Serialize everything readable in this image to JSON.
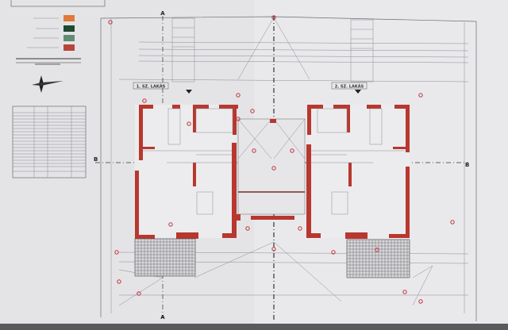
{
  "plan": {
    "unit_labels": [
      "1. SZ. LAKÁS",
      "2. SZ. LAKÁS"
    ],
    "section_markers": {
      "a": "A",
      "b": "B"
    }
  },
  "legend": {
    "swatch_colors": [
      "#e07a3a",
      "#1f4a30",
      "#5f8c74",
      "#b8453a"
    ]
  },
  "colors": {
    "wall": "#b8372e",
    "paper": "#e4e4e7"
  }
}
